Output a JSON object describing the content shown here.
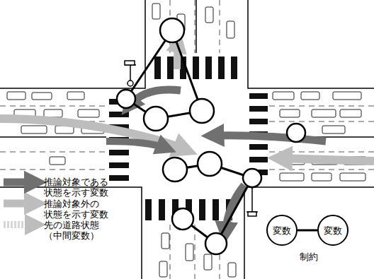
{
  "diagram": {
    "nodes": [
      {
        "text": [
          "変数"
        ]
      },
      {
        "text": [
          "変数"
        ]
      }
    ],
    "edges": [
      {
        "from": 0,
        "to": 1,
        "arrow": "none"
      }
    ],
    "labels": [
      "制約"
    ],
    "legend": [
      {
        "text": "推論対象である 状態を示す変数"
      },
      {
        "text": "推論対象外の 状態を示す変数"
      },
      {
        "text": "先の道路状態 （中間変数）"
      }
    ]
  }
}
